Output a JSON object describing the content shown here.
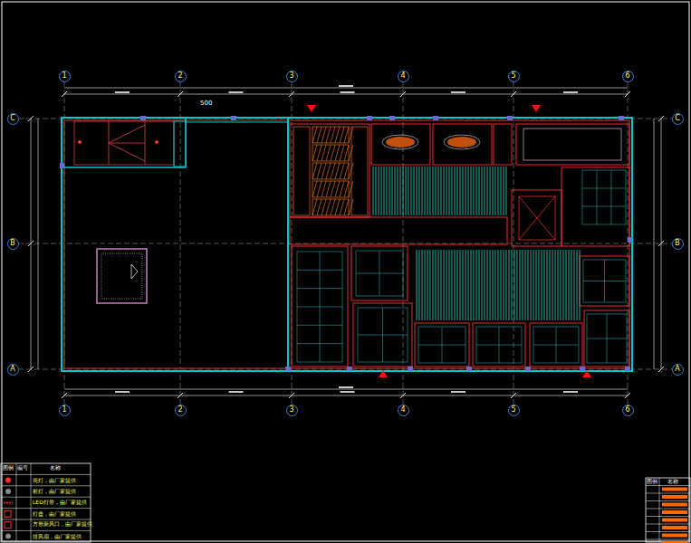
{
  "diagram": {
    "nodes": [
      {
        "text": [
          "1"
        ]
      },
      {
        "text": [
          "2"
        ]
      },
      {
        "text": [
          "3"
        ]
      },
      {
        "text": [
          "4"
        ]
      },
      {
        "text": [
          "5"
        ]
      },
      {
        "text": [
          "6"
        ]
      },
      {
        "text": [
          "1"
        ]
      },
      {
        "text": [
          "2"
        ]
      },
      {
        "text": [
          "3"
        ]
      },
      {
        "text": [
          "4"
        ]
      },
      {
        "text": [
          "5"
        ]
      },
      {
        "text": [
          "6"
        ]
      },
      {
        "text": [
          "C"
        ]
      },
      {
        "text": [
          "B"
        ]
      },
      {
        "text": [
          "A"
        ]
      },
      {
        "text": [
          "C"
        ]
      },
      {
        "text": [
          "B"
        ]
      },
      {
        "text": [
          "A"
        ]
      }
    ],
    "labels": [
      "500",
      "图例",
      "编号",
      "名称",
      "图例",
      "名称"
    ],
    "legend": [
      {
        "text": "筒灯，由厂家提供"
      },
      {
        "text": "射灯，由厂家提供"
      },
      {
        "text": "LED灯带，由厂家提供"
      },
      {
        "text": "灯盘，由厂家提供"
      },
      {
        "text": "方形新风口，由厂家提供"
      },
      {
        "text": "排风扇，由厂家提供"
      }
    ]
  }
}
